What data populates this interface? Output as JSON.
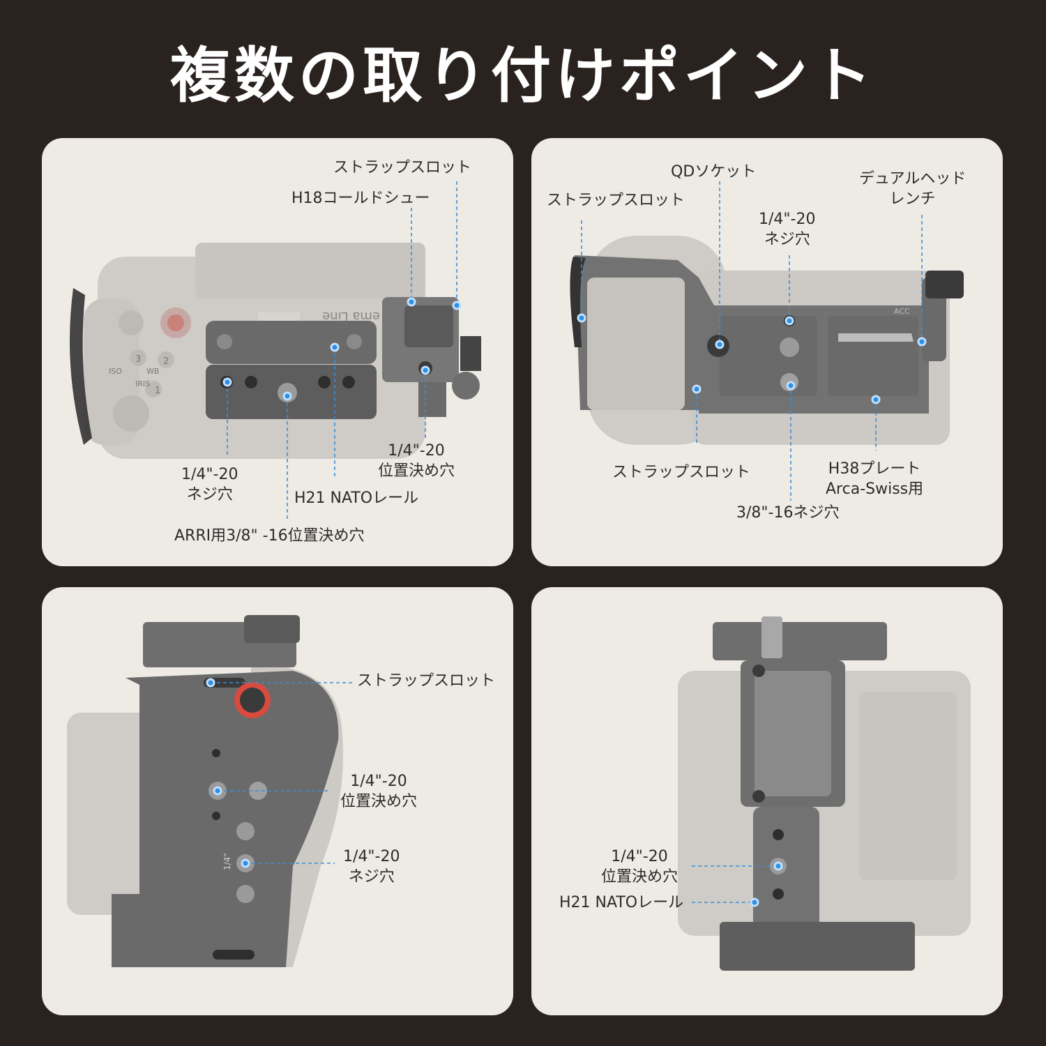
{
  "title": "複数の取り付けポイント",
  "panel_top_left": {
    "labels": {
      "strap_slot": "ストラップスロット",
      "cold_shoe": "H18コールドシュー",
      "pos_hole": [
        "1/4\"-20",
        "位置決め穴"
      ],
      "screw_hole": [
        "1/4\"-20",
        "ネジ穴"
      ],
      "nato_rail": "H21 NATOレール",
      "arri_hole": "ARRI用3/8\" -16位置決め穴"
    },
    "camera_text": {
      "line_text": "ema Line",
      "btn_1": "1",
      "btn_2": "2",
      "btn_3": "3",
      "iso": "ISO",
      "wb": "WB",
      "iris": "IRIS"
    }
  },
  "panel_top_right": {
    "labels": {
      "qd_socket": "QDソケット",
      "dual_wrench": [
        "デュアルヘッド",
        "レンチ"
      ],
      "strap_slot_top": "ストラップスロット",
      "screw_hole": [
        "1/4\"-20",
        "ネジ穴"
      ],
      "strap_slot_bottom": "ストラップスロット",
      "h38_plate": [
        "H38プレート",
        "Arca-Swiss用"
      ],
      "screw_hole_38": "3/8\"-16ネジ穴"
    },
    "camera_text": {
      "acc": "ACC"
    }
  },
  "panel_bottom_left": {
    "labels": {
      "strap_slot": "ストラップスロット",
      "pos_hole": [
        "1/4\"-20",
        "位置決め穴"
      ],
      "screw_hole": [
        "1/4\"-20",
        "ネジ穴"
      ]
    },
    "camera_text": {
      "quarter": "1/4\""
    }
  },
  "panel_bottom_right": {
    "labels": {
      "pos_hole": [
        "1/4\"-20",
        "位置決め穴"
      ],
      "nato_rail": "H21 NATOレール"
    }
  }
}
